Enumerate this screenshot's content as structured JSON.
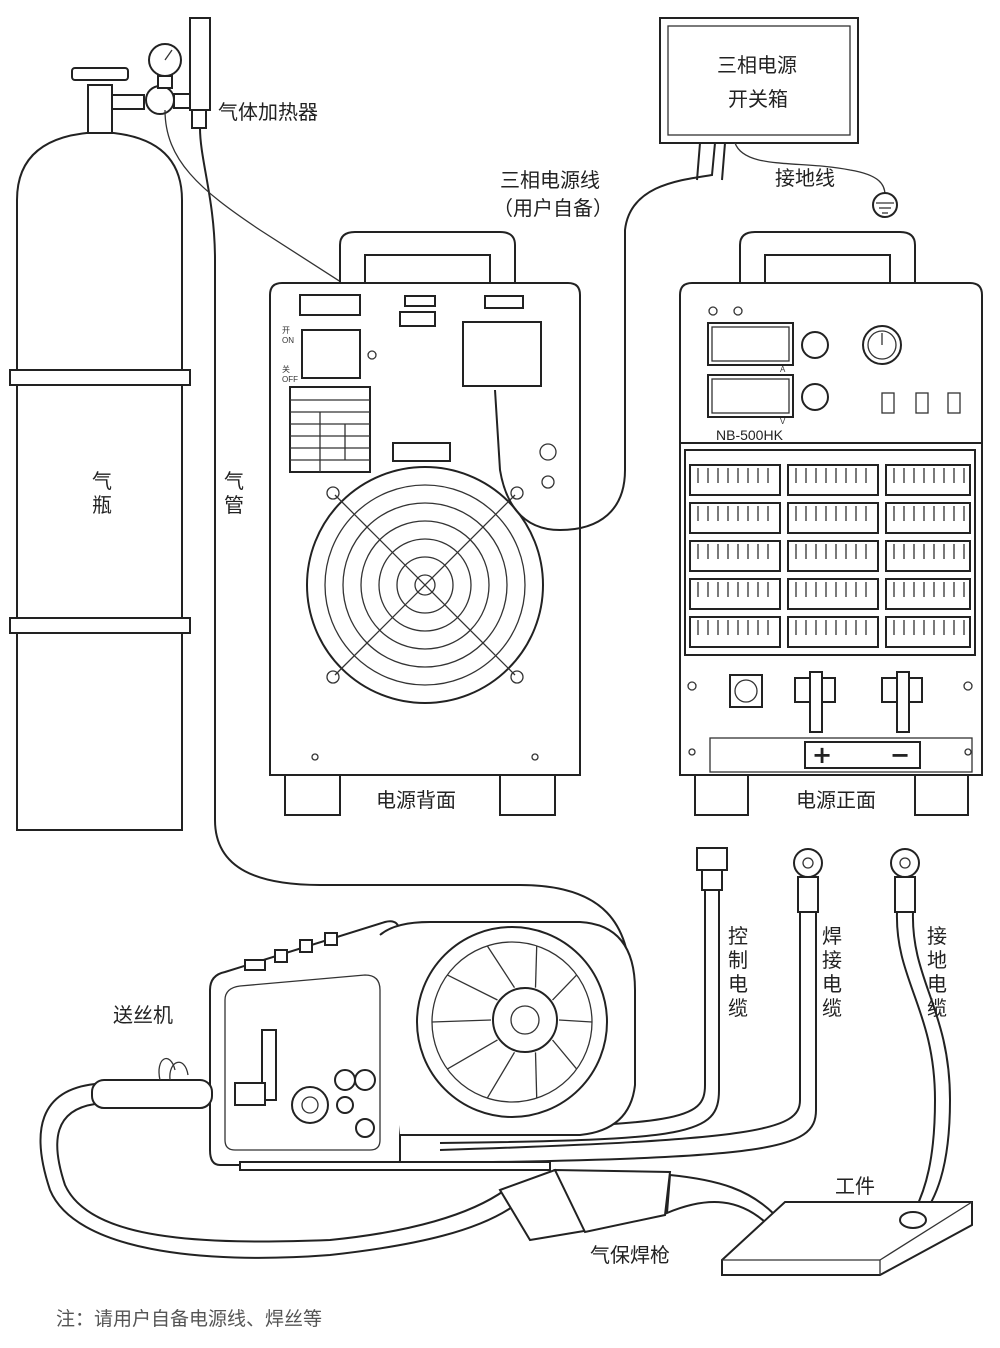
{
  "labels": {
    "gas_heater": "气体加热器",
    "cylinder": [
      "气",
      "瓶"
    ],
    "gas_hose": [
      "气",
      "管"
    ],
    "switch_box": [
      "三相电源",
      "开关箱"
    ],
    "power_line": [
      "三相电源线",
      "（用户自备）"
    ],
    "ground_wire": "接地线",
    "back_view": "电源背面",
    "front_view": "电源正面",
    "wire_feeder": "送丝机",
    "control_cable": [
      "控",
      "制",
      "电",
      "缆"
    ],
    "welding_cable": [
      "焊",
      "接",
      "电",
      "缆"
    ],
    "ground_cable": [
      "接",
      "地",
      "电",
      "缆"
    ],
    "workpiece": "工件",
    "torch": "气保焊枪",
    "note": "注：请用户自备电源线、焊丝等"
  },
  "back_panel": {
    "on": "开",
    "on_en": "ON",
    "off": "关",
    "off_en": "OFF"
  },
  "front_panel": {
    "model": "NB-500HK",
    "ammeter_unit": "A",
    "voltmeter_unit": "V",
    "plus": "+",
    "minus": "−"
  },
  "colors": {
    "line": "#222222",
    "background": "#ffffff",
    "note": "#555555"
  }
}
